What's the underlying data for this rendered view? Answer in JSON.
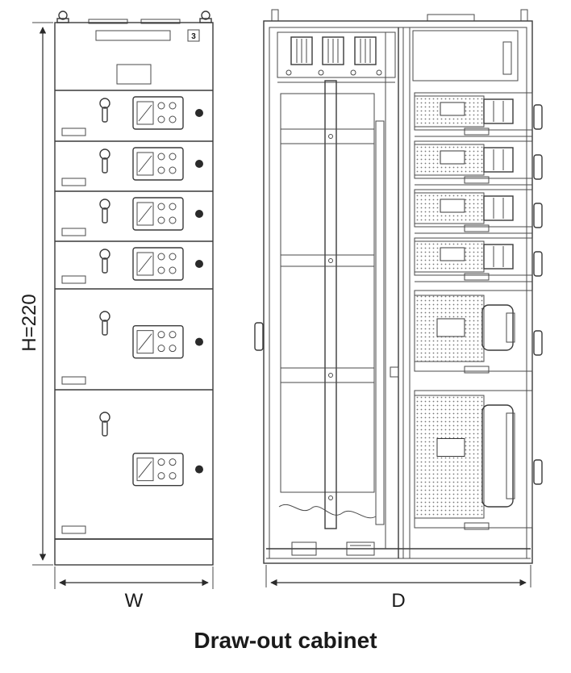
{
  "dimensions": {
    "height": "H=220",
    "width": "W",
    "depth": "D"
  },
  "front_view": {
    "panel_number": "3"
  },
  "caption": "Draw-out cabinet",
  "colors": {
    "line": "#3a3a3a",
    "background": "#ffffff",
    "dots": "#777777"
  }
}
